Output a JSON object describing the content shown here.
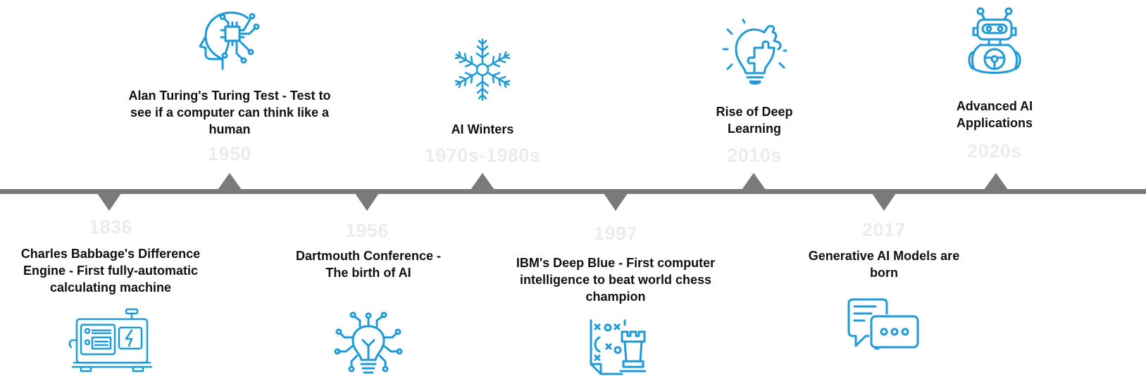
{
  "accent_color": "#1e9ad6",
  "line_color": "#7a7a7a",
  "year_color": "#ececec",
  "events": [
    {
      "year": "1836",
      "label": "Charles Babbage's Difference Engine - First fully-automatic calculating machine",
      "icon": "calculating-machine-icon",
      "position": "below"
    },
    {
      "year": "1950",
      "label": "Alan Turing's Turing Test - Test to see if a computer can think like a human",
      "icon": "ai-head-icon",
      "position": "above"
    },
    {
      "year": "1956",
      "label": "Dartmouth Conference - The birth of AI",
      "icon": "lightbulb-circuit-icon",
      "position": "below"
    },
    {
      "year": "1970s-1980s",
      "label": "AI Winters",
      "icon": "snowflake-icon",
      "position": "above"
    },
    {
      "year": "1997",
      "label": "IBM's Deep Blue - First computer intelligence to beat world chess champion",
      "icon": "chess-rook-icon",
      "position": "below"
    },
    {
      "year": "2010s",
      "label": "Rise of Deep Learning",
      "icon": "puzzle-lightbulb-icon",
      "position": "above"
    },
    {
      "year": "2017",
      "label": "Generative AI Models are born",
      "icon": "chat-bubbles-icon",
      "position": "below"
    },
    {
      "year": "2020s",
      "label": "Advanced AI Applications",
      "icon": "robot-icon",
      "position": "above"
    }
  ]
}
